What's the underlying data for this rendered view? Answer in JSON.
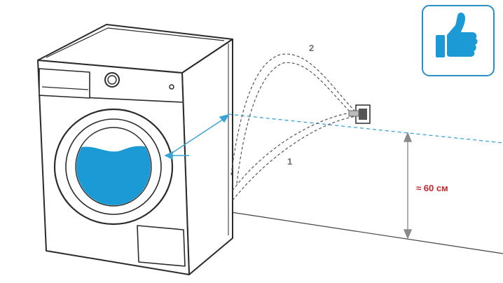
{
  "labels": {
    "hose_1": "1",
    "hose_2": "2",
    "height": "≈ 60 см"
  },
  "badge": {
    "icon": "thumbs-up-icon",
    "border_color": "#2a8fc4",
    "fill_color": "#1b9ad6"
  },
  "colors": {
    "water": "#1b9ad6",
    "guide_line": "#3ba3d6",
    "height_label": "#c8262d",
    "outline": "#2b2b2b",
    "number_label": "#6f6f6f"
  }
}
